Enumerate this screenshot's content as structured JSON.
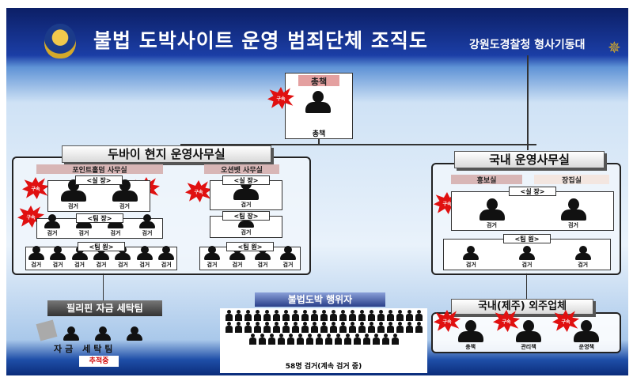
{
  "header": {
    "title": "불법 도박사이트 운영 범죄단체 조직도",
    "agency": "강원도경찰청 형사기동대"
  },
  "colors": {
    "header_bg": "#0c1f66",
    "arrest_burst": "#e01010",
    "tracking_text": "#d00000"
  },
  "burst_label": "구속",
  "boss": {
    "header": "총책",
    "label": "총책"
  },
  "dubai": {
    "title": "두바이 현지 운영사무실",
    "office1": {
      "name": "포인트홀덤 사무실",
      "chief_label": "<실 장>",
      "chiefs": [
        "검거",
        "검거"
      ],
      "leader_label": "<팀 장>",
      "leaders": [
        "검거",
        "검거",
        "검거",
        "검거"
      ],
      "member_label": "<팀 원>",
      "members": [
        "검거",
        "검거",
        "검거",
        "검거",
        "검거",
        "검거",
        "검거"
      ]
    },
    "office2": {
      "name": "오션벳 사무실",
      "chief_label": "<실 장>",
      "chiefs": [
        "검거"
      ],
      "leader_label": "<팀 장>",
      "leaders": [
        "검거"
      ],
      "member_label": "<팀 원>",
      "members": [
        "검거",
        "검거",
        "검거",
        "검거"
      ]
    }
  },
  "domestic": {
    "title": "국내 운영사무실",
    "dept1": "홍보실",
    "dept2": "장집실",
    "chief_label": "<실 장>",
    "chiefs": [
      "검거",
      "검거"
    ],
    "member_label": "<팀 원>",
    "members": [
      "검거",
      "검거",
      "검거"
    ]
  },
  "laundering": {
    "title": "필리핀 자금 세탁팀",
    "caption": "자금 세탁팀",
    "status": "추적중"
  },
  "gamblers": {
    "title": "불법도박 행위자",
    "caption": "58명 검거(계속 검거 중)"
  },
  "outsource": {
    "title": "국내(제주) 외주업체",
    "roles": [
      "총책",
      "관리책",
      "운영책"
    ]
  }
}
